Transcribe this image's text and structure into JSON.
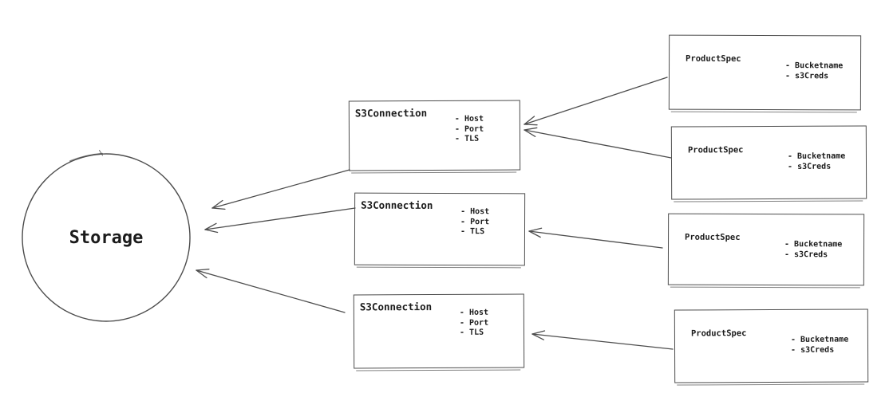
{
  "diagram": {
    "storage": {
      "label": "Storage"
    },
    "s3_connections": [
      {
        "title": "S3Connection",
        "attributes": [
          "- Host",
          "- Port",
          "- TLS"
        ]
      },
      {
        "title": "S3Connection",
        "attributes": [
          "- Host",
          "- Port",
          "- TLS"
        ]
      },
      {
        "title": "S3Connection",
        "attributes": [
          "- Host",
          "- Port",
          "- TLS"
        ]
      }
    ],
    "product_specs": [
      {
        "title": "ProductSpec",
        "attributes": [
          "- Bucketname",
          "- s3Creds"
        ]
      },
      {
        "title": "ProductSpec",
        "attributes": [
          "- Bucketname",
          "- s3Creds"
        ]
      },
      {
        "title": "ProductSpec",
        "attributes": [
          "- Bucketname",
          "- s3Creds"
        ]
      },
      {
        "title": "ProductSpec",
        "attributes": [
          "- Bucketname",
          "- s3Creds"
        ]
      }
    ],
    "relations": [
      {
        "from": "ProductSpec 1",
        "to": "S3Connection 1"
      },
      {
        "from": "ProductSpec 2",
        "to": "S3Connection 1"
      },
      {
        "from": "ProductSpec 3",
        "to": "S3Connection 2"
      },
      {
        "from": "ProductSpec 4",
        "to": "S3Connection 3"
      },
      {
        "from": "S3Connection 1",
        "to": "Storage"
      },
      {
        "from": "S3Connection 2",
        "to": "Storage"
      },
      {
        "from": "S3Connection 3",
        "to": "Storage"
      }
    ],
    "colors": {
      "stroke": "#4d4d4d",
      "text": "#1b1b1b",
      "background": "#ffffff"
    }
  }
}
